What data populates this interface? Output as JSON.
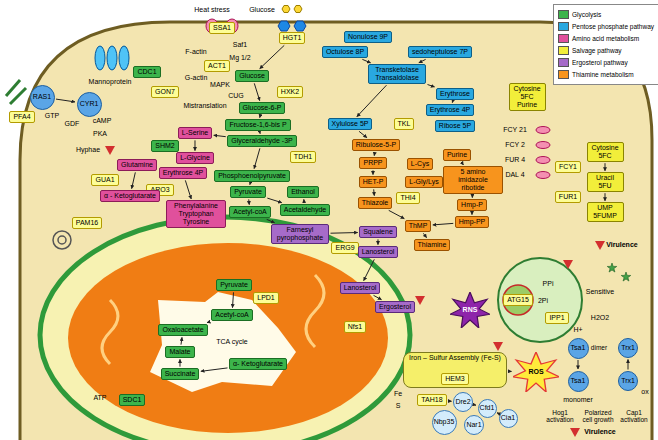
{
  "diagram": {
    "nodes": [
      {
        "text": [
          "SSA1"
        ]
      },
      {
        "text": [
          "HGT1"
        ]
      },
      {
        "text": [
          "Glucose"
        ]
      },
      {
        "text": [
          "HXK2"
        ]
      },
      {
        "text": [
          "Glucose-6-P"
        ]
      },
      {
        "text": [
          "Fructose-1,6-bis P"
        ]
      },
      {
        "text": [
          "Glyceraldehyde -3P"
        ]
      },
      {
        "text": [
          "TDH1"
        ]
      },
      {
        "text": [
          "Phosphoenolpyruvate"
        ]
      },
      {
        "text": [
          "Pyruvate"
        ]
      },
      {
        "text": [
          "Ethanol"
        ]
      },
      {
        "text": [
          "Acetyl-coA"
        ]
      },
      {
        "text": [
          "Acetaldehyde"
        ]
      },
      {
        "text": [
          "ACT1"
        ]
      },
      {
        "text": [
          "L-Serine"
        ]
      },
      {
        "text": [
          "SHM2"
        ]
      },
      {
        "text": [
          "L-Glycine"
        ]
      },
      {
        "text": [
          "Erythrose 4P"
        ]
      },
      {
        "text": [
          "ARO3"
        ]
      },
      {
        "text": [
          "Phenylalanine Tryptophan Tyrosine"
        ]
      },
      {
        "text": [
          "GON7"
        ]
      },
      {
        "text": [
          "CDC1"
        ]
      },
      {
        "text": [
          "CYR1"
        ]
      },
      {
        "text": [
          "RAS1"
        ]
      },
      {
        "text": [
          "PFA4"
        ]
      },
      {
        "text": [
          "Glutamine"
        ]
      },
      {
        "text": [
          "GUA1"
        ]
      },
      {
        "text": [
          "α - Ketoglutarate"
        ]
      },
      {
        "text": [
          "Farnesyl pyrophosphate"
        ]
      },
      {
        "text": [
          "Squalene"
        ]
      },
      {
        "text": [
          "ERG9"
        ]
      },
      {
        "text": [
          "Lanosterol"
        ]
      },
      {
        "text": [
          "Lanosterol"
        ]
      },
      {
        "text": [
          "Ergosterol"
        ]
      },
      {
        "text": [
          "Nonulose 9P"
        ]
      },
      {
        "text": [
          "Octulose 8P"
        ]
      },
      {
        "text": [
          "sedoheptulose 7P"
        ]
      },
      {
        "text": [
          "Transketolase Transaldolase"
        ]
      },
      {
        "text": [
          "Erythrose"
        ]
      },
      {
        "text": [
          "Erythrose 4P"
        ]
      },
      {
        "text": [
          "Xylulose 5P"
        ]
      },
      {
        "text": [
          "TKL"
        ]
      },
      {
        "text": [
          "Ribose 5P"
        ]
      },
      {
        "text": [
          "Ribulose-5-P"
        ]
      },
      {
        "text": [
          "PRPP"
        ]
      },
      {
        "text": [
          "HET-P"
        ]
      },
      {
        "text": [
          "L-Cys"
        ]
      },
      {
        "text": [
          "L-Gly/Lys"
        ]
      },
      {
        "text": [
          "THI4"
        ]
      },
      {
        "text": [
          "Thiazole"
        ]
      },
      {
        "text": [
          "Purine"
        ]
      },
      {
        "text": [
          "5 amino imidazole ribotide"
        ]
      },
      {
        "text": [
          "Hmp-P"
        ]
      },
      {
        "text": [
          "Hmp-PP"
        ]
      },
      {
        "text": [
          "ThMP"
        ]
      },
      {
        "text": [
          "Thiamine"
        ]
      },
      {
        "text": [
          "Cytosine 5FC Purine"
        ]
      },
      {
        "text": [
          "Cytosine 5FC"
        ]
      },
      {
        "text": [
          "FCY1"
        ]
      },
      {
        "text": [
          "Uracil 5FU"
        ]
      },
      {
        "text": [
          "FUR1"
        ]
      },
      {
        "text": [
          "UMP 5FUMP"
        ]
      },
      {
        "text": [
          "PAM16"
        ]
      },
      {
        "text": [
          "Pyruvate"
        ]
      },
      {
        "text": [
          "LPD1"
        ]
      },
      {
        "text": [
          "Acetyl-coA"
        ]
      },
      {
        "text": [
          "Oxaloacetate"
        ]
      },
      {
        "text": [
          "Malate"
        ]
      },
      {
        "text": [
          "Succinate"
        ]
      },
      {
        "text": [
          "α- Ketoglutarate"
        ]
      },
      {
        "text": [
          "SDC1"
        ]
      },
      {
        "text": [
          "Nfs1"
        ]
      },
      {
        "text": [
          "Iron – Sulfur Assembly (Fe-S)"
        ]
      },
      {
        "text": [
          "HEM3"
        ],
        "in": 72
      },
      {
        "text": [
          "TAH18"
        ]
      },
      {
        "text": [
          "Dre2"
        ]
      },
      {
        "text": [
          "Cfd1"
        ]
      },
      {
        "text": [
          "Nbp35"
        ]
      },
      {
        "text": [
          "Cia1"
        ]
      },
      {
        "text": [
          "Nar1"
        ]
      },
      {
        "text": [
          "ATG15"
        ]
      },
      {
        "text": [
          "IPP1"
        ]
      },
      {
        "text": [
          "Tsa1"
        ]
      },
      {
        "text": [
          "Trx1"
        ]
      },
      {
        "text": [
          "Tsa1"
        ]
      },
      {
        "text": [
          "Trx1"
        ]
      },
      {
        "text": [
          "RNS"
        ]
      },
      {
        "text": [
          "ROS"
        ]
      }
    ],
    "edges": [
      {
        "from": 1,
        "to": 2,
        "arrow": "to"
      },
      {
        "from": 2,
        "to": 4,
        "arrow": "to"
      },
      {
        "from": 4,
        "to": 5,
        "arrow": "to"
      },
      {
        "from": 5,
        "to": 6,
        "arrow": "to"
      },
      {
        "from": 6,
        "to": 8,
        "arrow": "to"
      },
      {
        "from": 8,
        "to": 9,
        "arrow": "to"
      },
      {
        "from": 9,
        "to": 11,
        "arrow": "to"
      },
      {
        "from": 9,
        "to": 12,
        "arrow": "to"
      },
      {
        "from": 12,
        "to": 10,
        "arrow": "to"
      },
      {
        "from": 11,
        "to": 28,
        "arrow": "to"
      },
      {
        "from": 28,
        "to": 29,
        "arrow": "to"
      },
      {
        "from": 29,
        "to": 31,
        "arrow": "to"
      },
      {
        "from": 31,
        "to": 32,
        "arrow": "to"
      },
      {
        "from": 32,
        "to": 33,
        "arrow": "to"
      },
      {
        "from": 6,
        "to": 14,
        "arrow": "to"
      },
      {
        "from": 14,
        "to": 16,
        "arrow": "to"
      },
      {
        "from": 17,
        "to": 19,
        "arrow": "to"
      },
      {
        "from": 25,
        "to": 27,
        "arrow": "to"
      },
      {
        "from": 23,
        "to": 22,
        "arrow": "to"
      },
      {
        "from": 35,
        "to": 37,
        "arrow": "to"
      },
      {
        "from": 36,
        "to": 37,
        "arrow": "to"
      },
      {
        "from": 37,
        "to": 38,
        "arrow": "to"
      },
      {
        "from": 38,
        "to": 39,
        "arrow": "to"
      },
      {
        "from": 37,
        "to": 40,
        "arrow": "to"
      },
      {
        "from": 40,
        "to": 43,
        "arrow": "to"
      },
      {
        "from": 43,
        "to": 44,
        "arrow": "to"
      },
      {
        "from": 44,
        "to": 45,
        "arrow": "to"
      },
      {
        "from": 45,
        "to": 49,
        "arrow": "to"
      },
      {
        "from": 50,
        "to": 51,
        "arrow": "to"
      },
      {
        "from": 51,
        "to": 52,
        "arrow": "to"
      },
      {
        "from": 52,
        "to": 53,
        "arrow": "to"
      },
      {
        "from": 53,
        "to": 54,
        "arrow": "to"
      },
      {
        "from": 49,
        "to": 54,
        "arrow": "to"
      },
      {
        "from": 54,
        "to": 55,
        "arrow": "to"
      },
      {
        "from": 57,
        "to": 59,
        "arrow": "to"
      },
      {
        "from": 59,
        "to": 61,
        "arrow": "to"
      },
      {
        "from": 63,
        "to": 65,
        "arrow": "to"
      },
      {
        "from": 65,
        "to": 66,
        "arrow": "to"
      },
      {
        "from": 69,
        "to": 68,
        "arrow": "to"
      },
      {
        "from": 68,
        "to": 67,
        "arrow": "to"
      },
      {
        "from": 67,
        "to": 66,
        "arrow": "to"
      },
      {
        "from": 74,
        "to": 75,
        "arrow": "to"
      },
      {
        "from": 75,
        "to": 76,
        "arrow": "to"
      },
      {
        "from": 76,
        "to": 78,
        "arrow": "to"
      },
      {
        "from": 72,
        "to": 87,
        "arrow": "to"
      },
      {
        "from": 82,
        "to": 84,
        "arrow": "to"
      },
      {
        "from": 85,
        "to": 83,
        "arrow": "to"
      }
    ],
    "labels": [
      "Heat stress",
      "Glucose",
      "Saf1",
      "F-actin",
      "G-actin",
      "Mg 1/2",
      "MAPK",
      "CUG",
      "Mistranslation",
      "Mannoprotein",
      "GTP",
      "GDF",
      "cAMP",
      "PKA",
      "Hyphae",
      "TCA cycle",
      "ATP",
      "Fe",
      "S",
      "PPi",
      "2Pi",
      "H+",
      "Sensitive",
      "H2O2",
      "dimer",
      "monomer",
      "ox",
      "Hog1 activation",
      "Polarized cell growth",
      "Cap1 activation",
      "Virulence",
      "Virulence",
      "FCY 21",
      "FCY 2",
      "FUR 4",
      "DAL 4"
    ],
    "legend": [
      {
        "text": "Glycolysis",
        "color": "#3cb44b"
      },
      {
        "text": "Pentose phosphate pathway",
        "color": "#29a8e0"
      },
      {
        "text": "Amino acid metabolism",
        "color": "#e0509c"
      },
      {
        "text": "Salvage pathway",
        "color": "#f2ee3a"
      },
      {
        "text": "Ergosterol pathway",
        "color": "#a66bc9"
      },
      {
        "text": "Thiamine metabolism",
        "color": "#f7941d"
      }
    ]
  }
}
